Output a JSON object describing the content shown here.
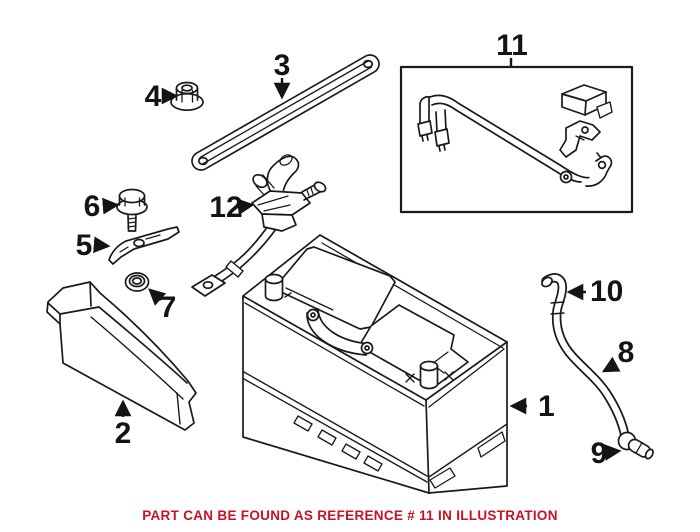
{
  "window": {
    "background": "#ffffff"
  },
  "diagram": {
    "type": "parts-illustration",
    "line_color": "#1a1a1a",
    "callouts": [
      "1",
      "2",
      "3",
      "4",
      "5",
      "6",
      "7",
      "8",
      "9",
      "10",
      "11",
      "12"
    ]
  },
  "caption": {
    "text": "PART CAN BE FOUND AS REFERENCE # 11 IN ILLUSTRATION",
    "color": "#c41421"
  }
}
